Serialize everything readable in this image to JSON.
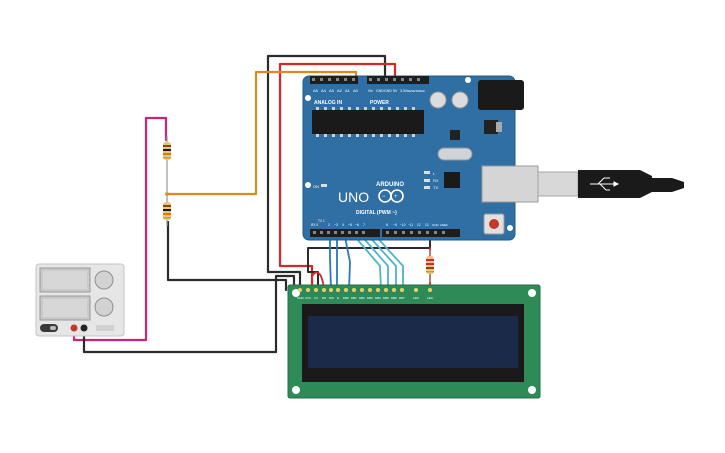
{
  "colors": {
    "board": "#2f6fa3",
    "board_dark": "#245a87",
    "lcd_pcb": "#2e8b57",
    "lcd_screen": "#1c2a4a",
    "wire_orange": "#e0891b",
    "wire_red": "#d9262b",
    "wire_black": "#2b2b2b",
    "wire_magenta": "#c8257a",
    "wire_cyan": "#4fb3c9",
    "wire_blue": "#2b76c2",
    "supply_body": "#e6e6e6",
    "usb_cable": "#1a1a1a"
  },
  "arduino": {
    "brand": "ARDUINO",
    "model": "UNO",
    "power_label": "POWER",
    "analog_label": "ANALOG IN",
    "digital_label": "DIGITAL (PWM ~)",
    "on_label": "ON",
    "tx_label": "TX",
    "rx_label": "RX",
    "l_label": "L",
    "analog_pins": [
      "A5",
      "A4",
      "A3",
      "A2",
      "A1",
      "A0"
    ],
    "power_pins": [
      "Vin",
      "GND",
      "GND",
      "5V",
      "3.3V",
      "RESET",
      "IOREF"
    ],
    "digital_pins": [
      "RX 0",
      "TX 1",
      "2",
      "~3",
      "4",
      "~5",
      "~6",
      "7",
      "8",
      "~9",
      "~10",
      "~11",
      "12",
      "13",
      "GND",
      "AREF"
    ],
    "logo_icon": "infinity-logo-icon"
  },
  "lcd": {
    "pins": [
      "GND",
      "VCC",
      "V0",
      "RS",
      "RW",
      "E",
      "DB0",
      "DB1",
      "DB2",
      "DB3",
      "DB4",
      "DB5",
      "DB6",
      "DB7",
      "LED",
      "LED"
    ]
  },
  "power_supply": {
    "icon": "power-supply-icon"
  },
  "components": {
    "resistors": [
      "resistor-divider-top",
      "resistor-divider-bottom",
      "resistor-lcd-backlight"
    ]
  }
}
